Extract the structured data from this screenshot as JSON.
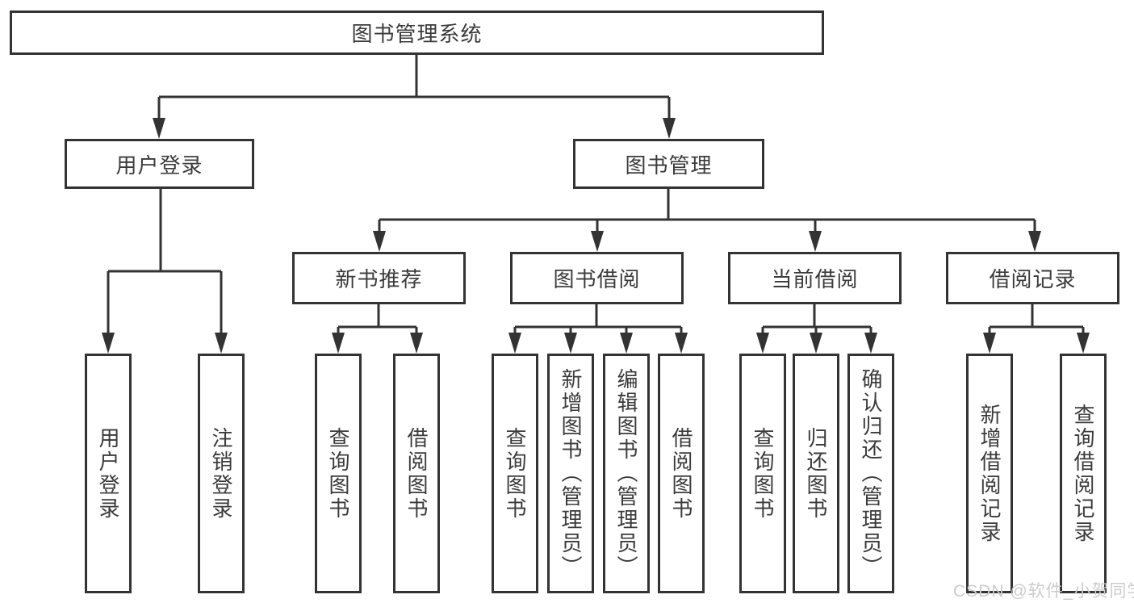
{
  "root": {
    "label": "图书管理系统",
    "children": [
      {
        "label": "用户登录",
        "children": [
          {
            "label": "用户登录"
          },
          {
            "label": "注销登录"
          }
        ]
      },
      {
        "label": "图书管理",
        "children": [
          {
            "label": "新书推荐",
            "children": [
              {
                "label": "查询图书"
              },
              {
                "label": "借阅图书"
              }
            ]
          },
          {
            "label": "图书借阅",
            "children": [
              {
                "label": "查询图书"
              },
              {
                "label": "新增图书（管理员）"
              },
              {
                "label": "编辑图书（管理员）"
              },
              {
                "label": "借阅图书"
              }
            ]
          },
          {
            "label": "当前借阅",
            "children": [
              {
                "label": "查询图书"
              },
              {
                "label": "归还图书"
              },
              {
                "label": "确认归还（管理员）"
              }
            ]
          },
          {
            "label": "借阅记录",
            "children": [
              {
                "label": "新增借阅记录"
              },
              {
                "label": "查询借阅记录"
              }
            ]
          }
        ]
      }
    ]
  },
  "watermark": "CSDN @软件_小贺同学",
  "colors": {
    "line": "#333333",
    "text": "#3b3b3b",
    "background": "#ffffff",
    "watermark": "#cccccc"
  }
}
